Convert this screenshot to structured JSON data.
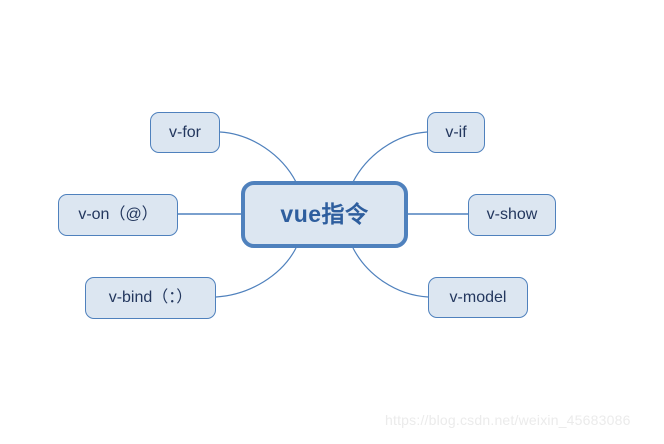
{
  "diagram": {
    "title": "vue指令",
    "type": "mind-map",
    "background_color": "#ffffff",
    "node_fill_color": "#dce6f1",
    "node_border_color": "#4f81bd",
    "connector_color": "#4f81bd",
    "central": {
      "label": "vue指令",
      "text_color": "#2e5e9e"
    },
    "nodes": [
      {
        "id": "v-for",
        "label": "v-for",
        "side": "left"
      },
      {
        "id": "v-on",
        "label": "v-on（@）",
        "side": "left"
      },
      {
        "id": "v-bind",
        "label": "v-bind（：）",
        "side": "left"
      },
      {
        "id": "v-if",
        "label": "v-if",
        "side": "right"
      },
      {
        "id": "v-show",
        "label": "v-show",
        "side": "right"
      },
      {
        "id": "v-model",
        "label": "v-model",
        "side": "right"
      }
    ]
  },
  "watermark": {
    "text": "https://blog.csdn.net/weixin_45683086"
  }
}
